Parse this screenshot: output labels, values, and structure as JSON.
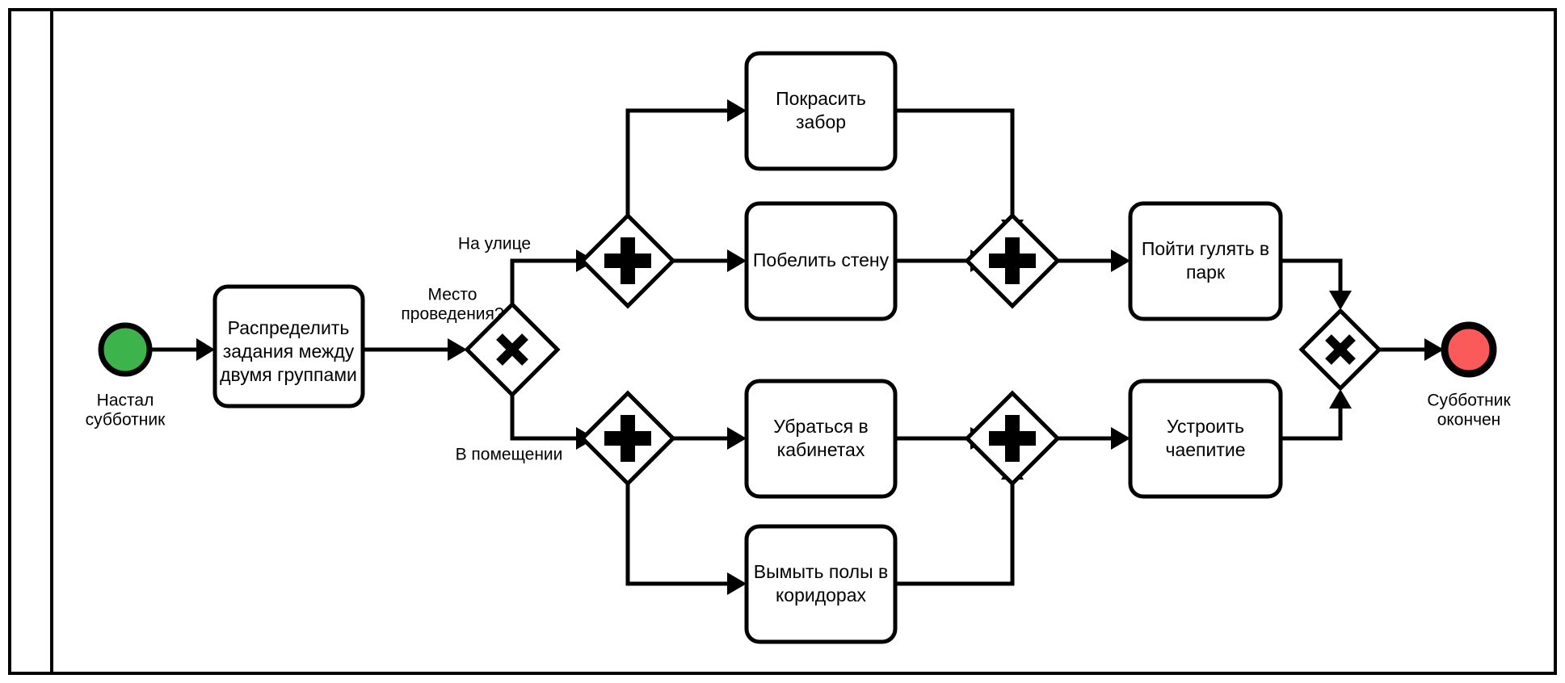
{
  "diagram": {
    "type": "bpmn-process",
    "title": "",
    "pool": {
      "header_label": "",
      "background": "#ffffff",
      "border_color": "#000000"
    },
    "colors": {
      "start_event_fill": "#3cb44b",
      "end_event_fill": "#fb5a5a",
      "stroke": "#000000",
      "task_fill": "#ffffff"
    },
    "events": [
      {
        "id": "start",
        "kind": "start-event",
        "label": "Настал\nсубботник",
        "label_line1": "Настал",
        "label_line2": "субботник",
        "fill": "#3cb44b"
      },
      {
        "id": "end",
        "kind": "end-event",
        "label": "Субботник\nокончен",
        "label_line1": "Субботник",
        "label_line2": "окончен",
        "fill": "#fb5a5a"
      }
    ],
    "tasks": [
      {
        "id": "t-distribute",
        "label": "Распределить задания между двумя группами",
        "line1": "Распределить",
        "line2": "задания между",
        "line3": "двумя группами"
      },
      {
        "id": "t-paint-fence",
        "label": "Покрасить забор",
        "line1": "Покрасить",
        "line2": "забор"
      },
      {
        "id": "t-whitewash-wall",
        "label": "Побелить стену",
        "line1": "Побелить стену",
        "line2": ""
      },
      {
        "id": "t-clean-offices",
        "label": "Убраться в кабинетах",
        "line1": "Убраться в",
        "line2": "кабинетах"
      },
      {
        "id": "t-wash-floors",
        "label": "Вымыть полы в коридорах",
        "line1": "Вымыть полы в",
        "line2": "коридорах"
      },
      {
        "id": "t-walk-park",
        "label": "Пойти гулять в парк",
        "line1": "Пойти гулять в",
        "line2": "парк"
      },
      {
        "id": "t-tea-party",
        "label": "Устроить чаепитие",
        "line1": "Устроить",
        "line2": "чаепитие"
      }
    ],
    "gateways": [
      {
        "id": "gw-place",
        "kind": "exclusive-gateway",
        "glyph": "X",
        "label": "Место проведения?",
        "label_line1": "Место",
        "label_line2": "проведения?"
      },
      {
        "id": "gw-split-outdoor",
        "kind": "parallel-gateway",
        "glyph": "+",
        "label": ""
      },
      {
        "id": "gw-join-outdoor",
        "kind": "parallel-gateway",
        "glyph": "+",
        "label": ""
      },
      {
        "id": "gw-split-indoor",
        "kind": "parallel-gateway",
        "glyph": "+",
        "label": ""
      },
      {
        "id": "gw-join-indoor",
        "kind": "parallel-gateway",
        "glyph": "+",
        "label": ""
      },
      {
        "id": "gw-merge-end",
        "kind": "exclusive-gateway",
        "glyph": "X",
        "label": ""
      }
    ],
    "flow_labels": [
      {
        "id": "flow-outdoor",
        "label": "На улице"
      },
      {
        "id": "flow-indoor",
        "label": "В помещении"
      }
    ]
  }
}
